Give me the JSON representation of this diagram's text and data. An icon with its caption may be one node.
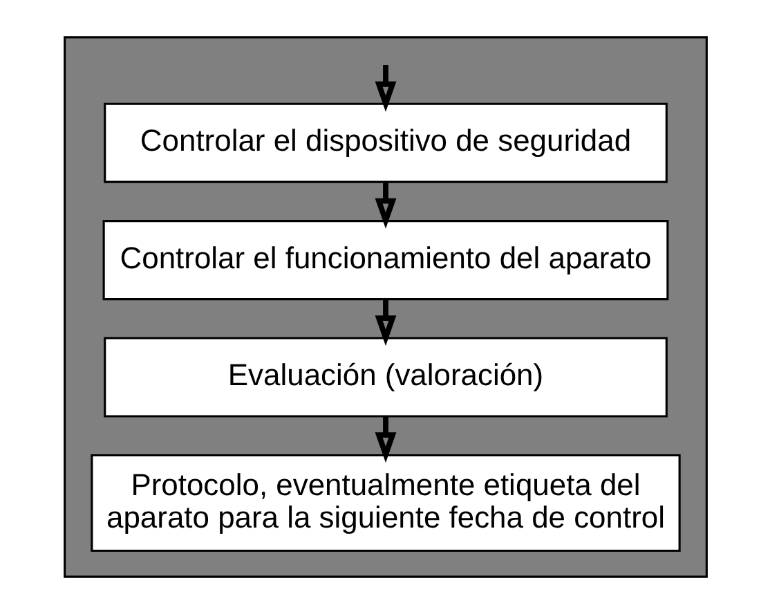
{
  "diagram": {
    "nodes": [
      {
        "text": [],
        "shape": "box"
      },
      {
        "text": [
          "Controlar el dispositivo de seguridad"
        ],
        "in": 0
      },
      {
        "text": [
          "Controlar el funcionamiento del aparato"
        ],
        "in": 0
      },
      {
        "text": [
          "Evaluación (valoración)"
        ],
        "in": 0
      },
      {
        "text": [
          "Protocolo, eventualmente etiqueta del aparato para la siguiente fecha de control"
        ],
        "in": 0
      }
    ],
    "edges": [
      {
        "from": null,
        "to": 1,
        "arrow": "to"
      },
      {
        "from": 1,
        "to": 2,
        "arrow": "to"
      },
      {
        "from": 2,
        "to": 3,
        "arrow": "to"
      },
      {
        "from": 3,
        "to": 4,
        "arrow": "to"
      }
    ]
  }
}
